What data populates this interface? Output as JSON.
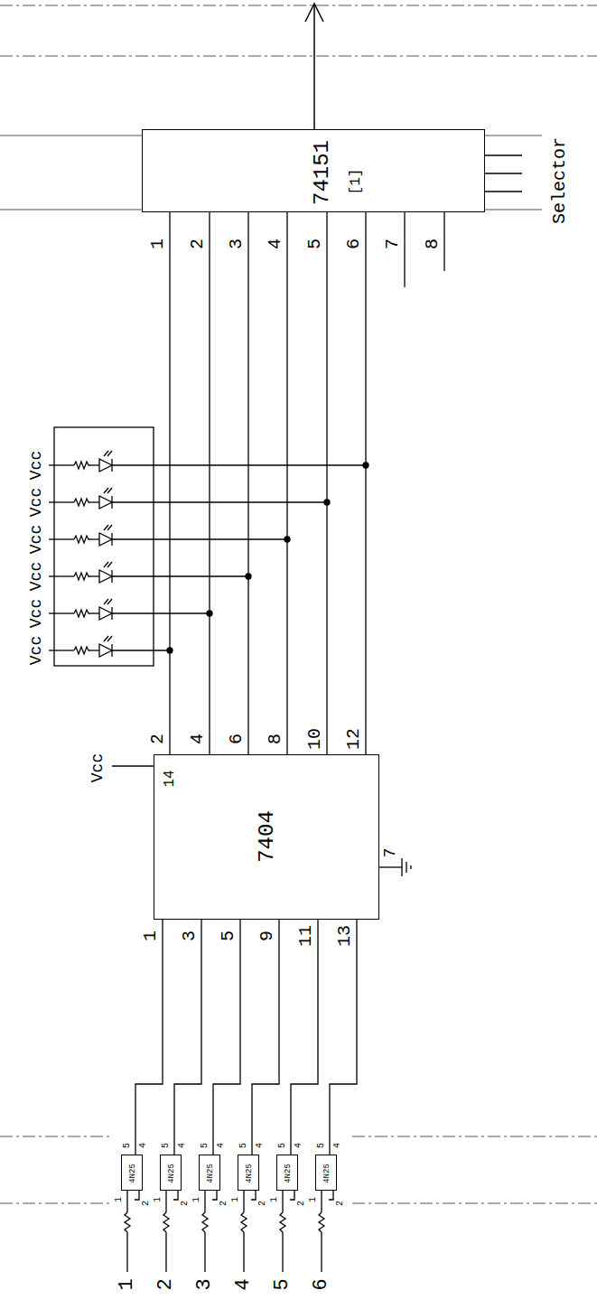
{
  "diagram": {
    "nodes": [
      {
        "text": [
          "74151",
          "[1]"
        ]
      },
      {
        "text": [
          "7404"
        ]
      },
      {
        "text": [
          "4N25"
        ]
      },
      {
        "text": [
          "4N25"
        ]
      },
      {
        "text": [
          "4N25"
        ]
      },
      {
        "text": [
          "4N25"
        ]
      },
      {
        "text": [
          "4N25"
        ]
      },
      {
        "text": [
          "4N25"
        ]
      }
    ],
    "edges": [
      {
        "from": 1,
        "to": 0,
        "arrow": "none"
      },
      {
        "from": 1,
        "to": 0,
        "arrow": "none"
      },
      {
        "from": 1,
        "to": 0,
        "arrow": "none"
      },
      {
        "from": 1,
        "to": 0,
        "arrow": "none"
      },
      {
        "from": 1,
        "to": 0,
        "arrow": "none"
      },
      {
        "from": 1,
        "to": 0,
        "arrow": "none"
      },
      {
        "from": 2,
        "to": 1,
        "arrow": "none"
      },
      {
        "from": 3,
        "to": 1,
        "arrow": "none"
      },
      {
        "from": 4,
        "to": 1,
        "arrow": "none"
      },
      {
        "from": 5,
        "to": 1,
        "arrow": "none"
      },
      {
        "from": 6,
        "to": 1,
        "arrow": "none"
      },
      {
        "from": 7,
        "to": 1,
        "arrow": "none"
      }
    ],
    "labels": [
      "Selector",
      "1",
      "2",
      "3",
      "4",
      "5",
      "6",
      "7",
      "8",
      "Vcc",
      "Vcc",
      "Vcc",
      "Vcc",
      "Vcc",
      "Vcc",
      "Vcc",
      "14",
      "2",
      "4",
      "6",
      "8",
      "10",
      "12",
      "7",
      "1",
      "3",
      "5",
      "9",
      "11",
      "13",
      "5",
      "4",
      "1",
      "2",
      "5",
      "4",
      "1",
      "2",
      "5",
      "4",
      "1",
      "2",
      "5",
      "4",
      "1",
      "2",
      "5",
      "4",
      "1",
      "2",
      "5",
      "4",
      "1",
      "2",
      "1",
      "2",
      "3",
      "4",
      "5",
      "6"
    ]
  }
}
